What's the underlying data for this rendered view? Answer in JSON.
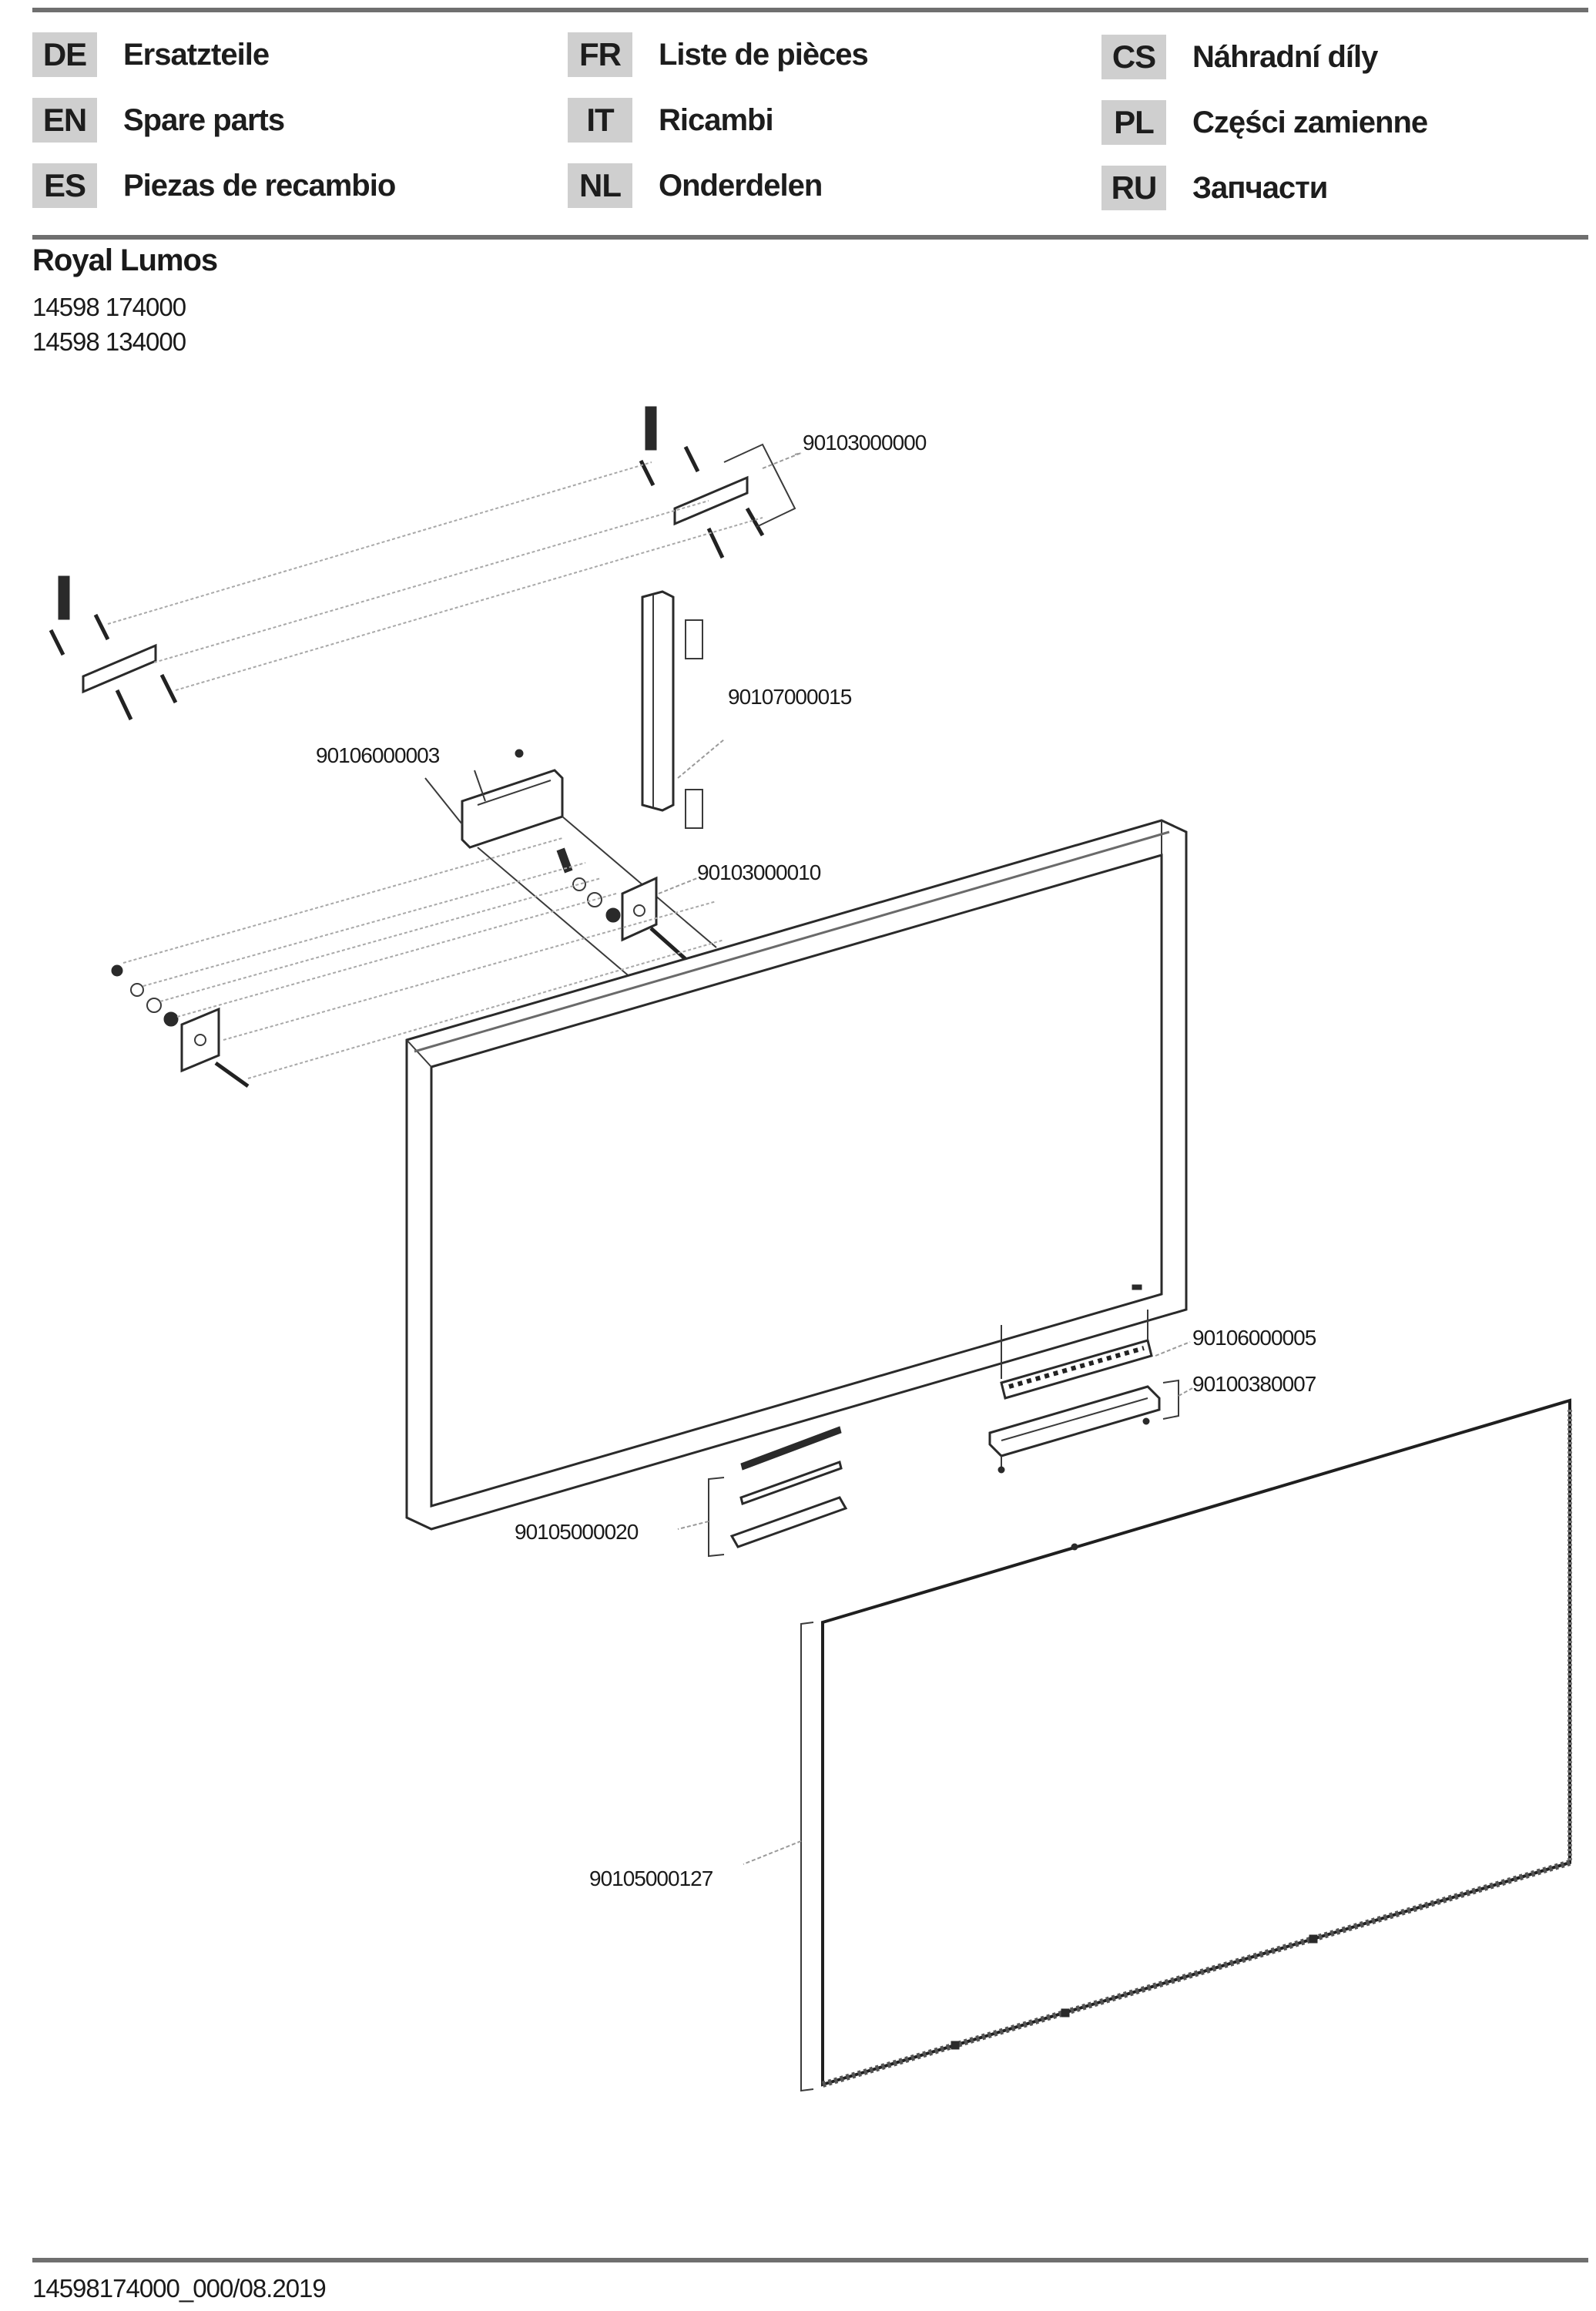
{
  "languages": [
    {
      "code": "DE",
      "label": "Ersatzteile"
    },
    {
      "code": "EN",
      "label": "Spare parts"
    },
    {
      "code": "ES",
      "label": "Piezas de recambio"
    },
    {
      "code": "FR",
      "label": "Liste de pièces"
    },
    {
      "code": "IT",
      "label": "Ricambi"
    },
    {
      "code": "NL",
      "label": "Onderdelen"
    },
    {
      "code": "CS",
      "label": "Náhradní díly"
    },
    {
      "code": "PL",
      "label": "Części zamienne"
    },
    {
      "code": "RU",
      "label": "Запчасти"
    }
  ],
  "product": {
    "name": "Royal Lumos",
    "article_numbers": [
      "14598 174000",
      "14598 134000"
    ]
  },
  "parts": {
    "wall_bracket_set": "90103000000",
    "vertical_profile": "90107000015",
    "driver_box": "90106000003",
    "mounting_plate_set": "90103000010",
    "sensor_switch": "90106000005",
    "switch_holder": "90100380007",
    "led_strip_set": "90105000020",
    "mirror_glass": "90105000127"
  },
  "footer": {
    "document_id": "14598174000_000/08.2019"
  },
  "colors": {
    "rule": "#6f6f6f",
    "badge_bg": "#cfcfcf",
    "text": "#1a1a1a"
  }
}
